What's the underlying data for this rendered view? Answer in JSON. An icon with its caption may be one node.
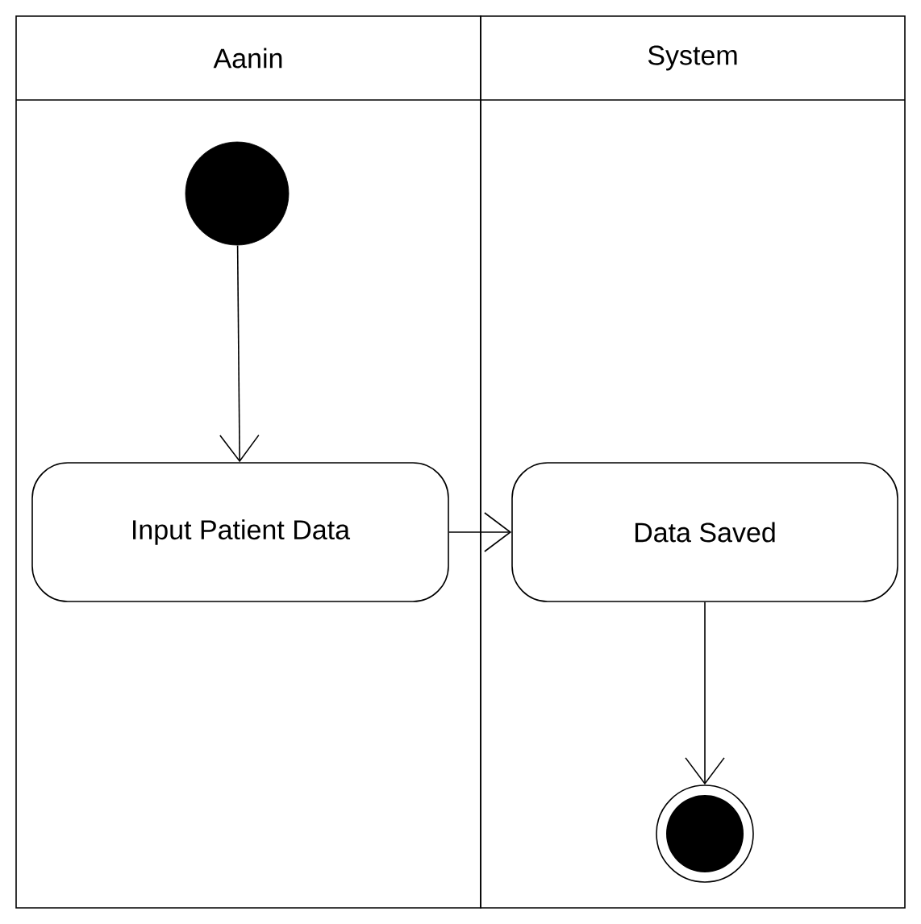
{
  "diagram": {
    "nodes": [
      {
        "text": [
          "Aanin"
        ]
      },
      {
        "text": [
          "System"
        ]
      },
      {
        "text": [],
        "shape": "circle",
        "in": 0
      },
      {
        "text": [
          "Input Patient Data"
        ],
        "in": 0
      },
      {
        "text": [
          "Data Saved"
        ],
        "in": 1
      },
      {
        "text": [],
        "shape": "circle",
        "in": 1
      }
    ],
    "edges": [
      {
        "from": 2,
        "to": 3,
        "arrow": "to"
      },
      {
        "from": 3,
        "to": 4,
        "arrow": "to"
      },
      {
        "from": 4,
        "to": 5,
        "arrow": "to"
      }
    ]
  }
}
